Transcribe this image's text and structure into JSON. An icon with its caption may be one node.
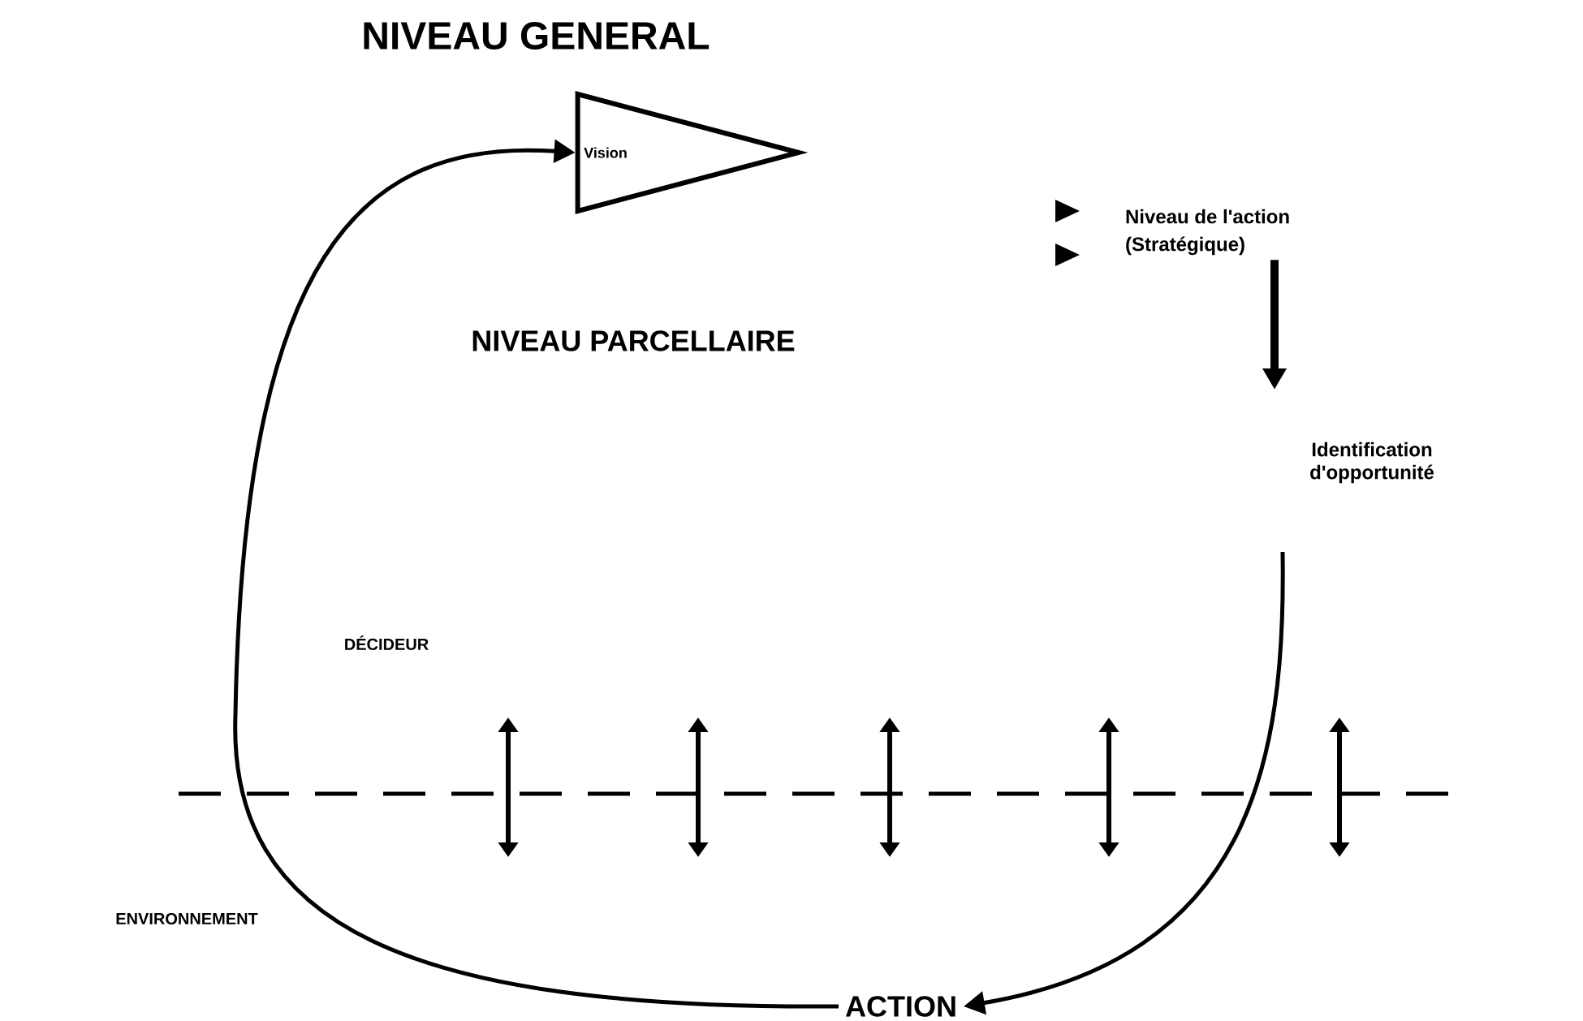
{
  "diagram": {
    "nodes": [
      {
        "text": [
          "Vision"
        ]
      },
      {
        "text": [
          "Niveau de l'action",
          "(Stratégique)"
        ]
      },
      {
        "text": [
          "Identification d'opportunité"
        ]
      },
      {
        "text": [
          "ACTION"
        ]
      }
    ],
    "edges": [
      {
        "from": 1,
        "to": 2,
        "arrow": "to",
        "style": "thick"
      },
      {
        "from": 2,
        "to": 3,
        "arrow": "to"
      },
      {
        "from": 3,
        "to": 0,
        "arrow": "to"
      }
    ],
    "labels": [
      "NIVEAU GENERAL",
      "NIVEAU PARCELLAIRE",
      "DÉCIDEUR",
      "ENVIRONNEMENT"
    ]
  }
}
